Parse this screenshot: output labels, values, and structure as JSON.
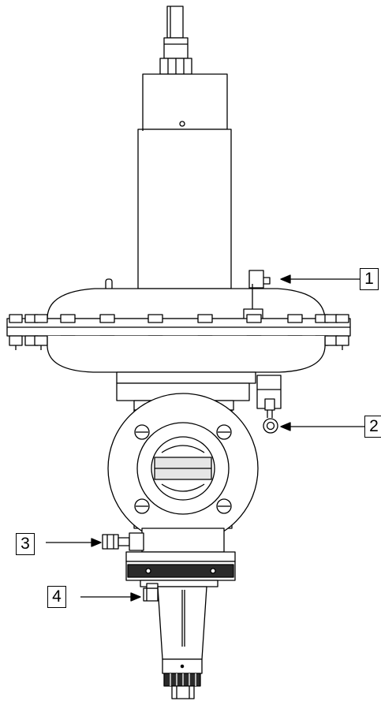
{
  "callouts": {
    "c1": "1",
    "c2": "2",
    "c3": "3",
    "c4": "4"
  },
  "style": {
    "stroke": "#000000",
    "fill_body": "#ffffff",
    "fill_shade": "#e6e6e6",
    "fill_dark": "#2a2a2a"
  }
}
